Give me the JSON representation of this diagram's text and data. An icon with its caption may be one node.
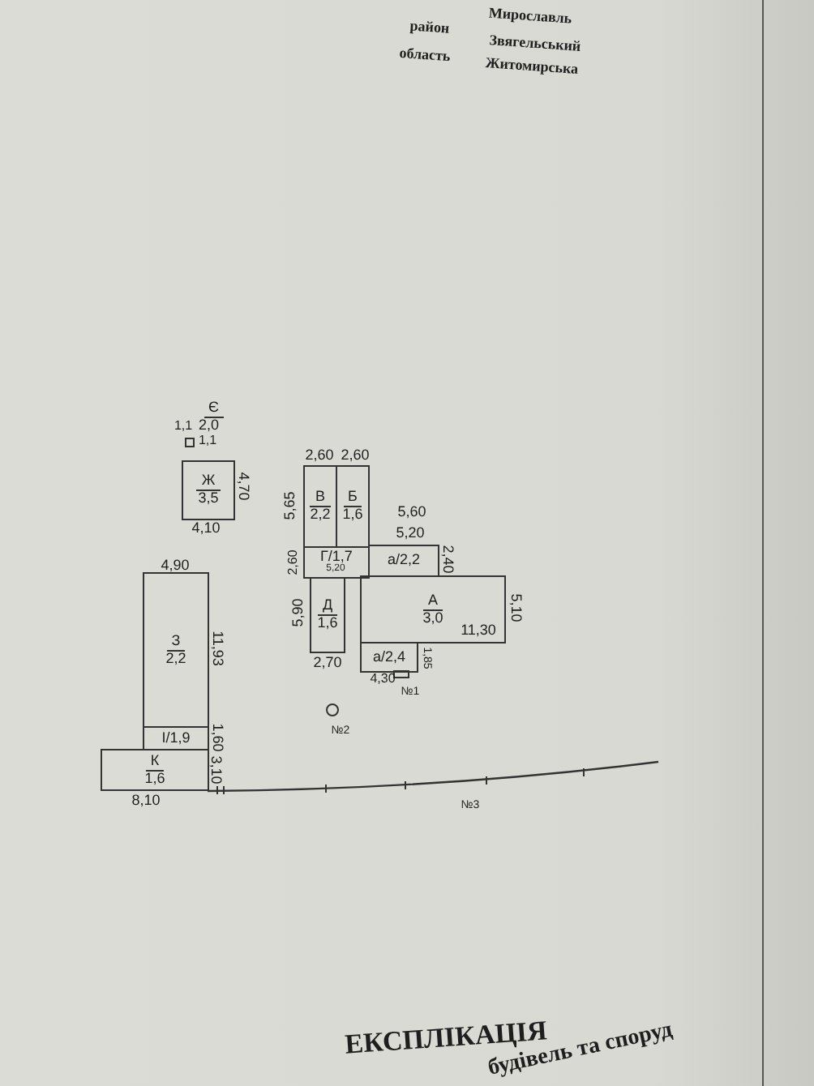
{
  "diagram": {
    "nodes": [
      {
        "text": [
          "Є",
          "2,0"
        ]
      },
      {
        "text": [
          "Ж",
          "3,5"
        ]
      },
      {
        "text": [
          "В",
          "2,2"
        ]
      },
      {
        "text": [
          "Б",
          "1,6"
        ]
      },
      {
        "text": [
          "Г/1,7"
        ]
      },
      {
        "text": [
          "а/2,2"
        ]
      },
      {
        "text": [
          "А",
          "3,0"
        ]
      },
      {
        "text": [
          "Д",
          "1,6"
        ]
      },
      {
        "text": [
          "а/2,4"
        ]
      },
      {
        "text": [
          "З",
          "2,2"
        ]
      },
      {
        "text": [
          "І/1,9"
        ]
      },
      {
        "text": [
          "К",
          "1,6"
        ]
      }
    ],
    "labels": [
      "Мирославль",
      "район",
      "Звягельський",
      "область",
      "Житомирська",
      "1,1",
      "1,1",
      "4,70",
      "4,10",
      "2,60",
      "2,60",
      "5,65",
      "5,60",
      "5,20",
      "2,60",
      "5,20",
      "2,40",
      "4,90",
      "5,90",
      "5,10",
      "11,30",
      "11,93",
      "2,70",
      "4,30",
      "1,85",
      "№1",
      "№2",
      "1,60",
      "3,10",
      "8,10",
      "№3",
      "ЕКСПЛІКАЦІЯ",
      "будівель та споруд"
    ]
  }
}
